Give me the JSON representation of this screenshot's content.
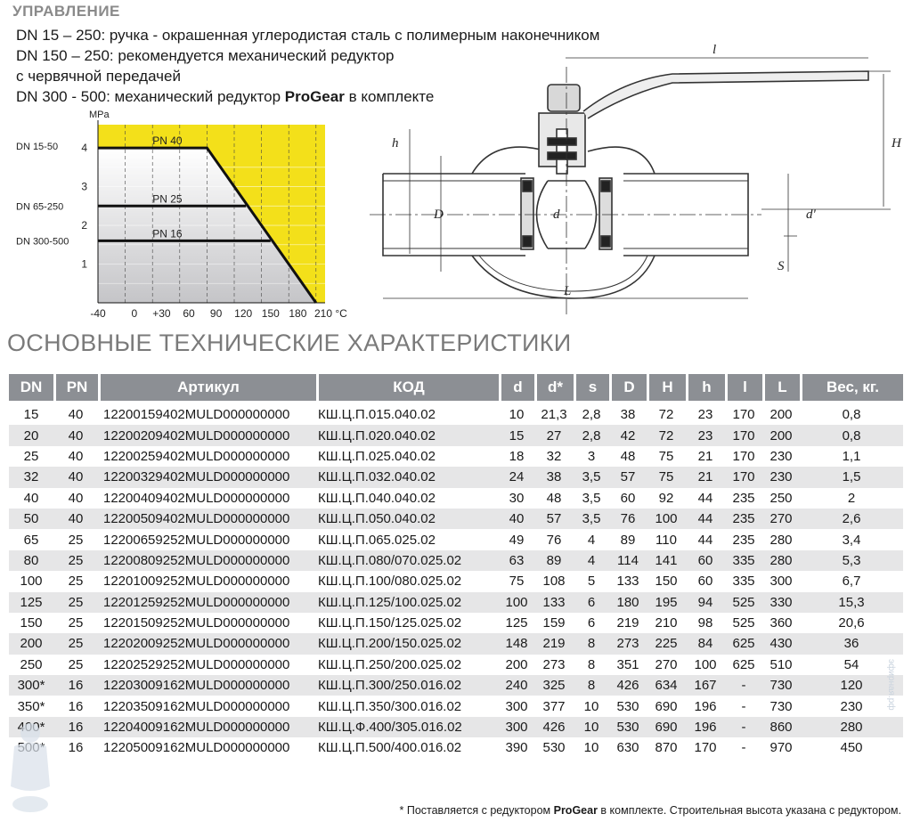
{
  "control": {
    "heading": "УПРАВЛЕНИЕ",
    "line1": "DN 15 – 250: ручка - окрашенная углеродистая сталь с полимерным наконечником",
    "line2": "DN 150 – 250: рекомендуется механический редуктор",
    "line3": "с червячной передачей",
    "line4_pre": "DN 300 - 500: механический редуктор ",
    "line4_brand": "ProGear",
    "line4_post": " в комплекте"
  },
  "chart_data": {
    "type": "area",
    "ylabel": "MPa",
    "xlabel": "°C",
    "x_ticks": [
      "-40",
      "0",
      "+30",
      "60",
      "90",
      "120",
      "150",
      "180",
      "210 °C"
    ],
    "y_ticks": [
      "4",
      "3",
      "2",
      "1"
    ],
    "ylim": [
      0,
      4.6
    ],
    "xlim": [
      -40,
      210
    ],
    "row_labels": [
      "DN 15-50",
      "DN 65-250",
      "DN 300-500"
    ],
    "series": [
      {
        "name": "PN 40",
        "points": [
          [
            -40,
            4.0
          ],
          [
            80,
            4.0
          ],
          [
            200,
            0
          ]
        ]
      },
      {
        "name": "PN 25",
        "points": [
          [
            -40,
            2.5
          ],
          [
            123,
            2.5
          ]
        ]
      },
      {
        "name": "PN 16",
        "points": [
          [
            -40,
            1.6
          ],
          [
            150,
            1.6
          ]
        ]
      }
    ],
    "colors": {
      "allowed": "#f3e01a",
      "not_allowed": "#cfcfd2"
    }
  },
  "drawing": {
    "dims": [
      "l",
      "h",
      "H",
      "D",
      "d",
      "d'",
      "S",
      "L"
    ]
  },
  "specs": {
    "heading": "ОСНОВНЫЕ ТЕХНИЧЕСКИЕ ХАРАКТЕРИСТИКИ",
    "columns": [
      "DN",
      "PN",
      "Артикул",
      "КОД",
      "d",
      "d*",
      "s",
      "D",
      "H",
      "h",
      "l",
      "L",
      "Вес, кг."
    ],
    "rows": [
      [
        "15",
        "40",
        "12200159402MULD000000000",
        "КШ.Ц.П.015.040.02",
        "10",
        "21,3",
        "2,8",
        "38",
        "72",
        "23",
        "170",
        "200",
        "0,8"
      ],
      [
        "20",
        "40",
        "12200209402MULD000000000",
        "КШ.Ц.П.020.040.02",
        "15",
        "27",
        "2,8",
        "42",
        "72",
        "23",
        "170",
        "200",
        "0,8"
      ],
      [
        "25",
        "40",
        "12200259402MULD000000000",
        "КШ.Ц.П.025.040.02",
        "18",
        "32",
        "3",
        "48",
        "75",
        "21",
        "170",
        "230",
        "1,1"
      ],
      [
        "32",
        "40",
        "12200329402MULD000000000",
        "КШ.Ц.П.032.040.02",
        "24",
        "38",
        "3,5",
        "57",
        "75",
        "21",
        "170",
        "230",
        "1,5"
      ],
      [
        "40",
        "40",
        "12200409402MULD000000000",
        "КШ.Ц.П.040.040.02",
        "30",
        "48",
        "3,5",
        "60",
        "92",
        "44",
        "235",
        "250",
        "2"
      ],
      [
        "50",
        "40",
        "12200509402MULD000000000",
        "КШ.Ц.П.050.040.02",
        "40",
        "57",
        "3,5",
        "76",
        "100",
        "44",
        "235",
        "270",
        "2,6"
      ],
      [
        "65",
        "25",
        "12200659252MULD000000000",
        "КШ.Ц.П.065.025.02",
        "49",
        "76",
        "4",
        "89",
        "110",
        "44",
        "235",
        "280",
        "3,4"
      ],
      [
        "80",
        "25",
        "12200809252MULD000000000",
        "КШ.Ц.П.080/070.025.02",
        "63",
        "89",
        "4",
        "114",
        "141",
        "60",
        "335",
        "280",
        "5,3"
      ],
      [
        "100",
        "25",
        "12201009252MULD000000000",
        "КШ.Ц.П.100/080.025.02",
        "75",
        "108",
        "5",
        "133",
        "150",
        "60",
        "335",
        "300",
        "6,7"
      ],
      [
        "125",
        "25",
        "12201259252MULD000000000",
        "КШ.Ц.П.125/100.025.02",
        "100",
        "133",
        "6",
        "180",
        "195",
        "94",
        "525",
        "330",
        "15,3"
      ],
      [
        "150",
        "25",
        "12201509252MULD000000000",
        "КШ.Ц.П.150/125.025.02",
        "125",
        "159",
        "6",
        "219",
        "210",
        "98",
        "525",
        "360",
        "20,6"
      ],
      [
        "200",
        "25",
        "12202009252MULD000000000",
        "КШ.Ц.П.200/150.025.02",
        "148",
        "219",
        "8",
        "273",
        "225",
        "84",
        "625",
        "430",
        "36"
      ],
      [
        "250",
        "25",
        "12202529252MULD000000000",
        "КШ.Ц.П.250/200.025.02",
        "200",
        "273",
        "8",
        "351",
        "270",
        "100",
        "625",
        "510",
        "54"
      ],
      [
        "300*",
        "16",
        "12203009162MULD000000000",
        "КШ.Ц.П.300/250.016.02",
        "240",
        "325",
        "8",
        "426",
        "634",
        "167",
        "-",
        "730",
        "120"
      ],
      [
        "350*",
        "16",
        "12203509162MULD000000000",
        "КШ.Ц.П.350/300.016.02",
        "300",
        "377",
        "10",
        "530",
        "690",
        "196",
        "-",
        "730",
        "230"
      ],
      [
        "400*",
        "16",
        "12204009162MULD000000000",
        "КШ.Ц.Ф.400/305.016.02",
        "300",
        "426",
        "10",
        "530",
        "690",
        "196",
        "-",
        "860",
        "280"
      ],
      [
        "500*",
        "16",
        "12205009162MULD000000000",
        "КШ.Ц.П.500/400.016.02",
        "390",
        "530",
        "10",
        "630",
        "870",
        "170",
        "-",
        "970",
        "450"
      ]
    ],
    "footnote_pre": "* Поставляется с редуктором ",
    "footnote_brand": "ProGear",
    "footnote_post": " в комплекте. Строительная высота указана с редуктором."
  },
  "watermark": "эфирная.рф"
}
